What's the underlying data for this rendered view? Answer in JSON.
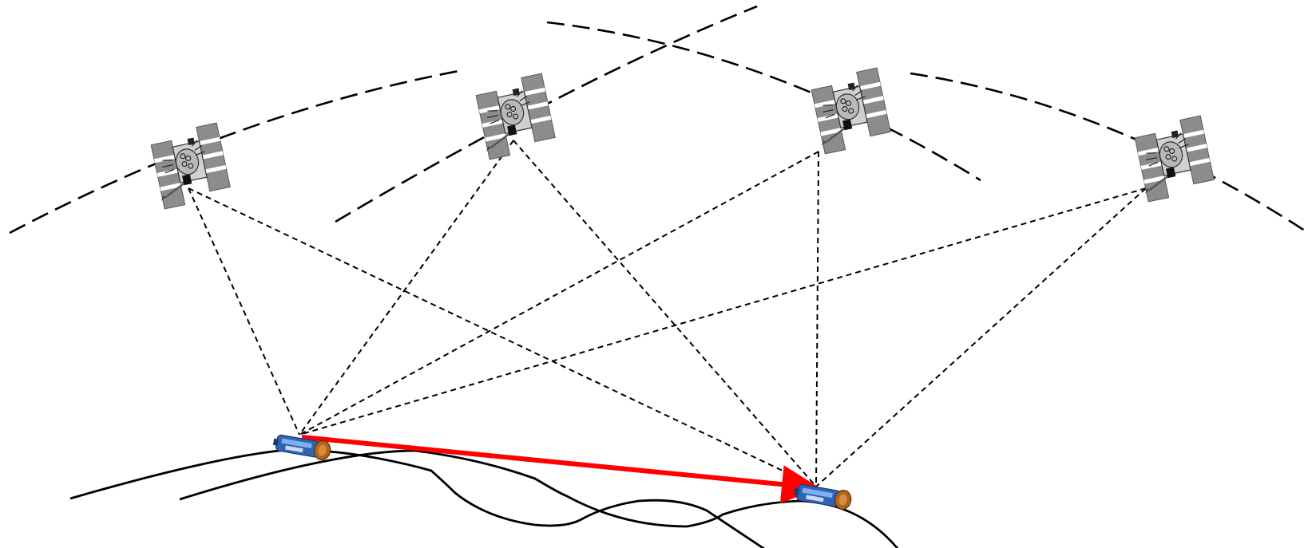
{
  "diagram": {
    "satellites": [
      {
        "id": "sat-1",
        "icon": "satellite-icon"
      },
      {
        "id": "sat-2",
        "icon": "satellite-icon"
      },
      {
        "id": "sat-3",
        "icon": "satellite-icon"
      },
      {
        "id": "sat-4",
        "icon": "satellite-icon"
      }
    ],
    "receivers": [
      {
        "id": "receiver-a",
        "icon": "gps-receiver-icon"
      },
      {
        "id": "receiver-b",
        "icon": "gps-receiver-icon"
      }
    ],
    "baseline": {
      "from": "receiver-a",
      "to": "receiver-b",
      "color": "#ff0000"
    },
    "signal_line_style": "dashed",
    "orbit_line_style": "long-dashed"
  }
}
